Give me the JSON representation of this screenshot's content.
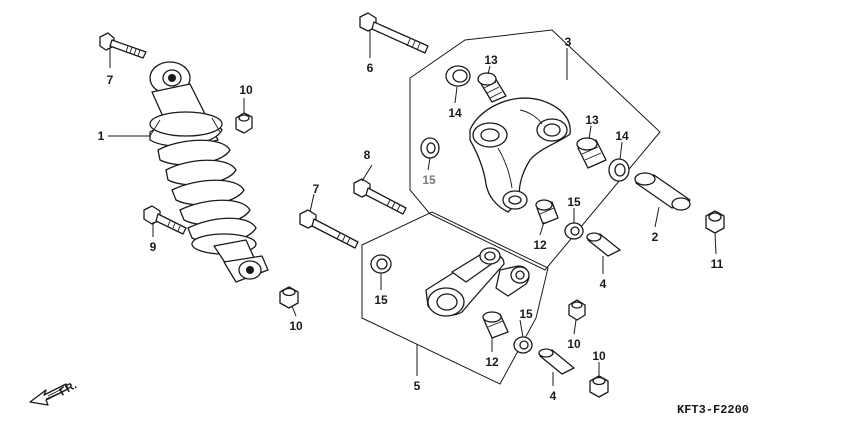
{
  "diagram_code": "KFT3-F2200",
  "direction_label": "FR.",
  "callouts": {
    "shock_absorber": "1",
    "collar_2": "2",
    "cushion_arm": "3",
    "collar_4a": "4",
    "collar_4b": "4",
    "connecting_rod": "5",
    "bolt_6": "6",
    "bolt_7_top": "7",
    "bolt_7_mid": "7",
    "bolt_8": "8",
    "bolt_9": "9",
    "nut_10_top": "10",
    "nut_10_left": "10",
    "nut_10_mid": "10",
    "nut_10_bottom": "10",
    "nut_11": "11",
    "bearing_13_top": "13",
    "bearing_13_right": "13",
    "bearing_12_mid": "12",
    "bearing_12_low": "12",
    "seal_14_top": "14",
    "seal_14_right": "14",
    "seal_15_left": "15",
    "seal_15_mid": "15",
    "seal_15_link": "15",
    "seal_15_low": "15"
  }
}
